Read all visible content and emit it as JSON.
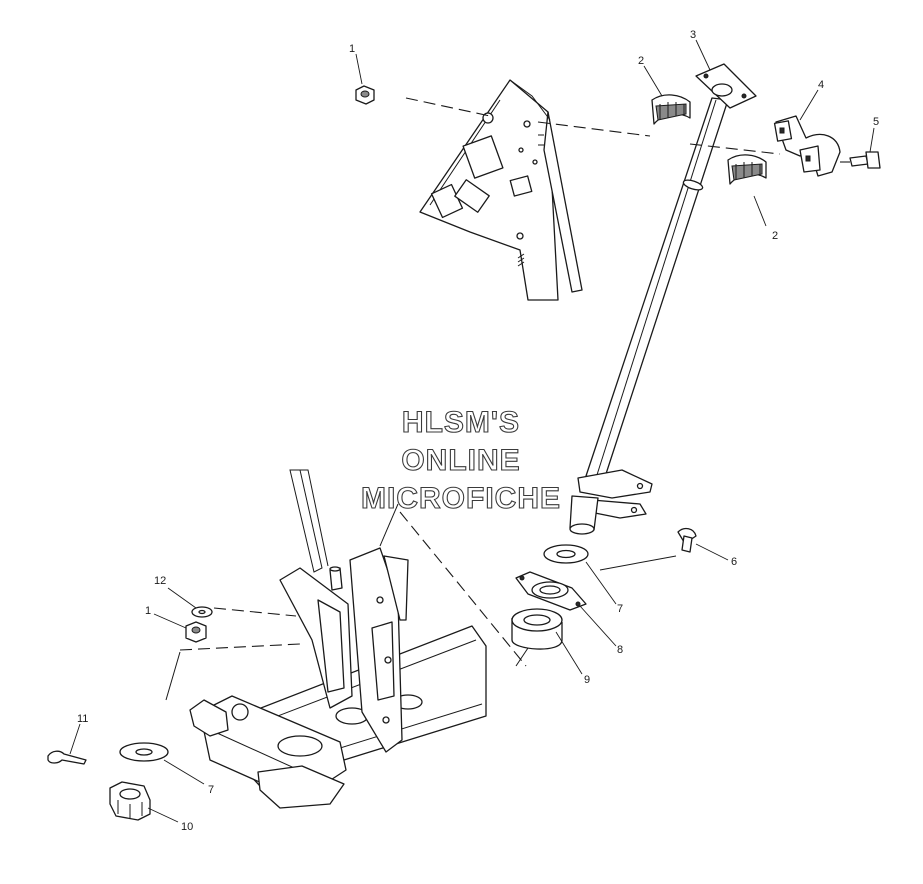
{
  "watermark": {
    "line1": "HLSM'S",
    "line2": "ONLINE",
    "line3": "MICROFICHE"
  },
  "callouts": [
    {
      "id": "c1-top",
      "text": "1"
    },
    {
      "id": "c2-top",
      "text": "2"
    },
    {
      "id": "c3",
      "text": "3"
    },
    {
      "id": "c4",
      "text": "4"
    },
    {
      "id": "c5",
      "text": "5"
    },
    {
      "id": "c2-bottom",
      "text": "2"
    },
    {
      "id": "c6",
      "text": "6"
    },
    {
      "id": "c7-right",
      "text": "7"
    },
    {
      "id": "c8",
      "text": "8"
    },
    {
      "id": "c9",
      "text": "9"
    },
    {
      "id": "c12",
      "text": "12"
    },
    {
      "id": "c1-bottom",
      "text": "1"
    },
    {
      "id": "c11",
      "text": "11"
    },
    {
      "id": "c7-left",
      "text": "7"
    },
    {
      "id": "c10",
      "text": "10"
    }
  ]
}
